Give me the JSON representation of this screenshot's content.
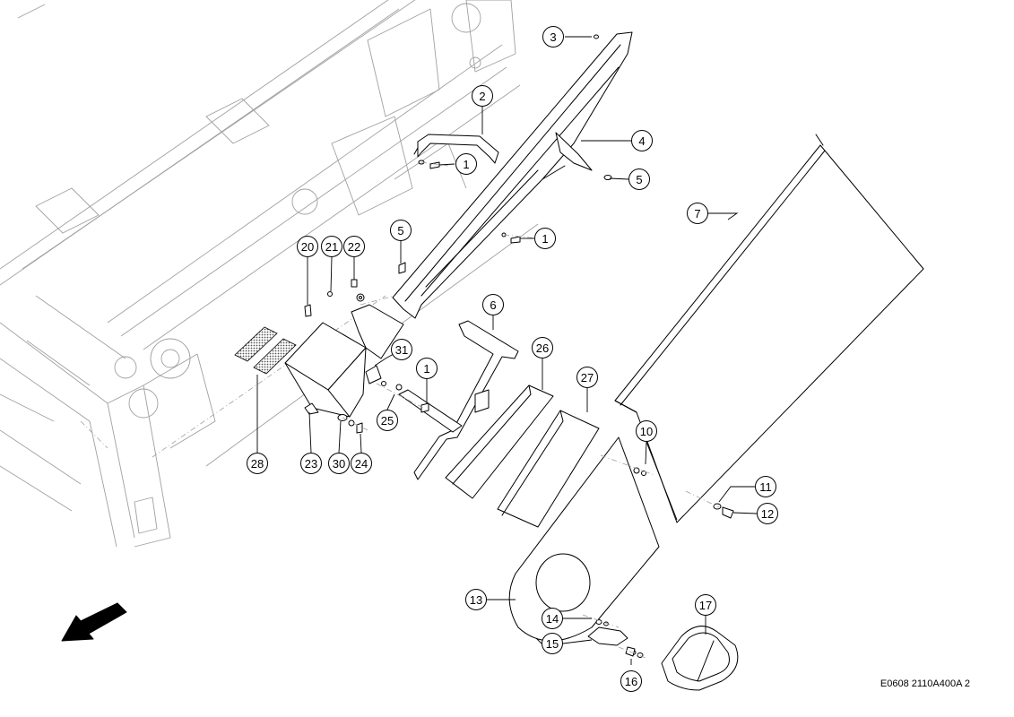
{
  "drawing": {
    "code": "E0608 2110A400A 2"
  },
  "callouts": [
    {
      "label": "1"
    },
    {
      "label": "1"
    },
    {
      "label": "1"
    },
    {
      "label": "2"
    },
    {
      "label": "3"
    },
    {
      "label": "4"
    },
    {
      "label": "5"
    },
    {
      "label": "5"
    },
    {
      "label": "6"
    },
    {
      "label": "7"
    },
    {
      "label": "10"
    },
    {
      "label": "11"
    },
    {
      "label": "12"
    },
    {
      "label": "13"
    },
    {
      "label": "14"
    },
    {
      "label": "15"
    },
    {
      "label": "16"
    },
    {
      "label": "17"
    },
    {
      "label": "20"
    },
    {
      "label": "21"
    },
    {
      "label": "22"
    },
    {
      "label": "23"
    },
    {
      "label": "24"
    },
    {
      "label": "25"
    },
    {
      "label": "26"
    },
    {
      "label": "27"
    },
    {
      "label": "28"
    },
    {
      "label": "30"
    },
    {
      "label": "31"
    }
  ],
  "icons": {
    "direction": "direction-arrow-icon"
  }
}
